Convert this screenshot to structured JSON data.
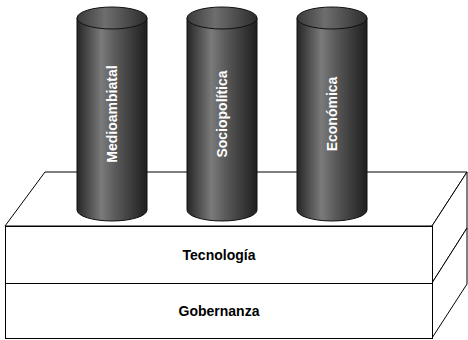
{
  "diagram": {
    "nodes": [
      {
        "text": [
          "Medioambiatal"
        ]
      },
      {
        "text": [
          "Sociopolítica"
        ]
      },
      {
        "text": [
          "Económica"
        ]
      },
      {
        "text": [
          "Tecnología"
        ]
      },
      {
        "text": [
          "Gobernanza"
        ]
      }
    ]
  }
}
